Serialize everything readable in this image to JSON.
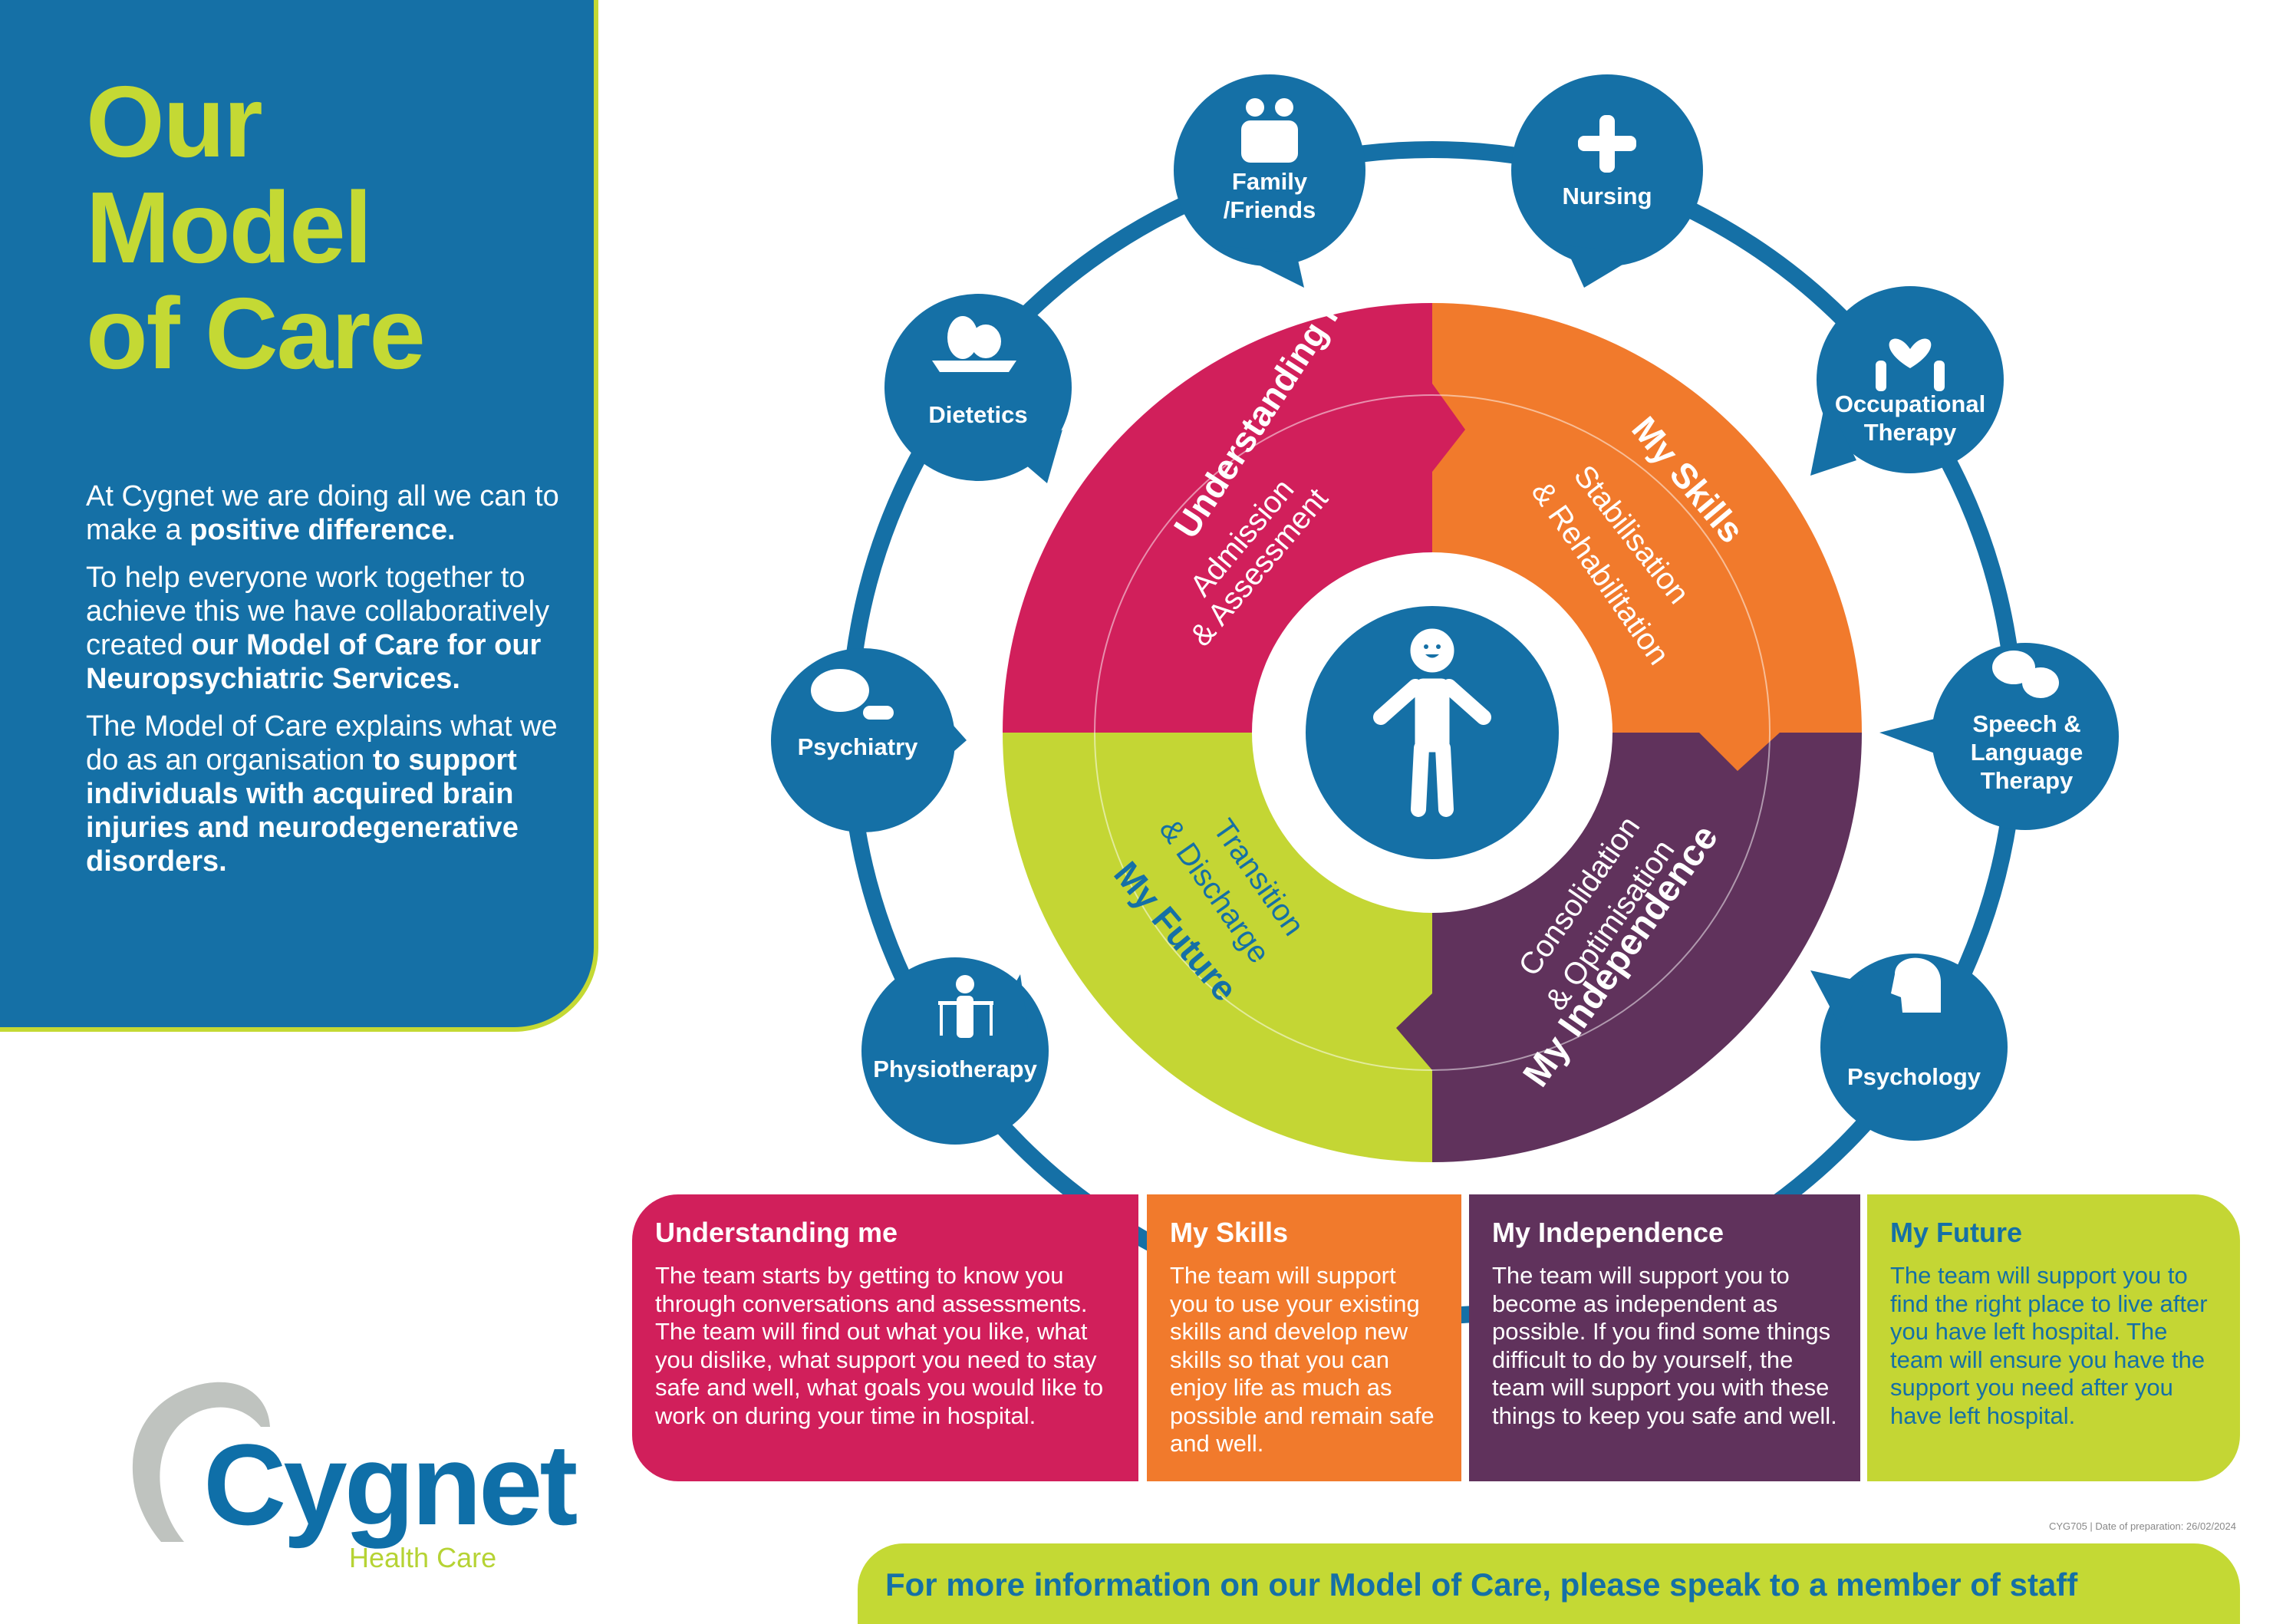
{
  "sidebar": {
    "title_lines": [
      "Our",
      "Model",
      "of Care"
    ],
    "intro": {
      "p1_plain": "At Cygnet we are doing all we can to make a",
      "p1_bold": "positive difference.",
      "p2_plain": "To help everyone work together to achieve this we have collaboratively created",
      "p2_bold": "our Model of Care for our Neuropsychiatric Services.",
      "p3_plain": "The Model of Care explains what we do as an organisation",
      "p3_bold": "to support individuals with acquired brain injuries and neurodegenerative disorders."
    }
  },
  "logo": {
    "name": "Cygnet",
    "sub": "Health Care"
  },
  "wheel": {
    "center_icon": "person-icon",
    "quadrants": [
      {
        "title": "Understanding me",
        "subtitle_1": "Admission",
        "subtitle_2": "& Assessment",
        "color": "#d11f5b"
      },
      {
        "title": "My Skills",
        "subtitle_1": "Stabilisation",
        "subtitle_2": "& Rehabilitation",
        "color": "#f17a2c"
      },
      {
        "title": "My Independence",
        "subtitle_1": "Consolidation",
        "subtitle_2": "& Optimisation",
        "color": "#60325c"
      },
      {
        "title": "My Future",
        "subtitle_1": "Transition",
        "subtitle_2": "& Discharge",
        "color": "#c4d634"
      }
    ]
  },
  "services": [
    {
      "label_1": "Family",
      "label_2": "/Friends",
      "icon": "family-icon"
    },
    {
      "label_1": "Nursing",
      "label_2": "",
      "icon": "plus-icon"
    },
    {
      "label_1": "Occupational",
      "label_2": "Therapy",
      "icon": "caring-hands-icon"
    },
    {
      "label_1": "Speech &",
      "label_2": "Language",
      "label_3": "Therapy",
      "icon": "speech-bubbles-icon"
    },
    {
      "label_1": "Psychology",
      "label_2": "",
      "icon": "head-heart-icon"
    },
    {
      "label_1": "Physiotherapy",
      "label_2": "",
      "icon": "physio-bars-icon"
    },
    {
      "label_1": "Psychiatry",
      "label_2": "",
      "icon": "brain-pill-icon"
    },
    {
      "label_1": "Dietetics",
      "label_2": "",
      "icon": "fruit-bowl-icon"
    }
  ],
  "cards": [
    {
      "title": "Understanding me",
      "body": "The team starts by getting to know you through conversations and assessments. The team will find out what you like, what you dislike, what support you need to stay safe and well, what goals you would like to work on during your time in hospital."
    },
    {
      "title": "My Skills",
      "body": "The team will support you to use your existing skills and develop new skills so that you can enjoy life as much as possible and remain safe and well."
    },
    {
      "title": "My Independence",
      "body": "The team will support you to become as independent as possible. If you find some things difficult to do by yourself, the team will support you with these things to keep you safe and well."
    },
    {
      "title": "My Future",
      "body": "The team will support you to find the right place to live after you have left hospital. The team will ensure you have the support you need after you have left hospital."
    }
  ],
  "footer": {
    "prep": "CYG705 | Date of preparation: 26/02/2024",
    "banner": "For more information on our Model of Care, please speak to a member of staff"
  },
  "colors": {
    "brand_blue": "#1570a6",
    "lime": "#c4d934",
    "pink": "#d11f5b",
    "orange": "#f17a2c",
    "purple": "#60325c"
  }
}
